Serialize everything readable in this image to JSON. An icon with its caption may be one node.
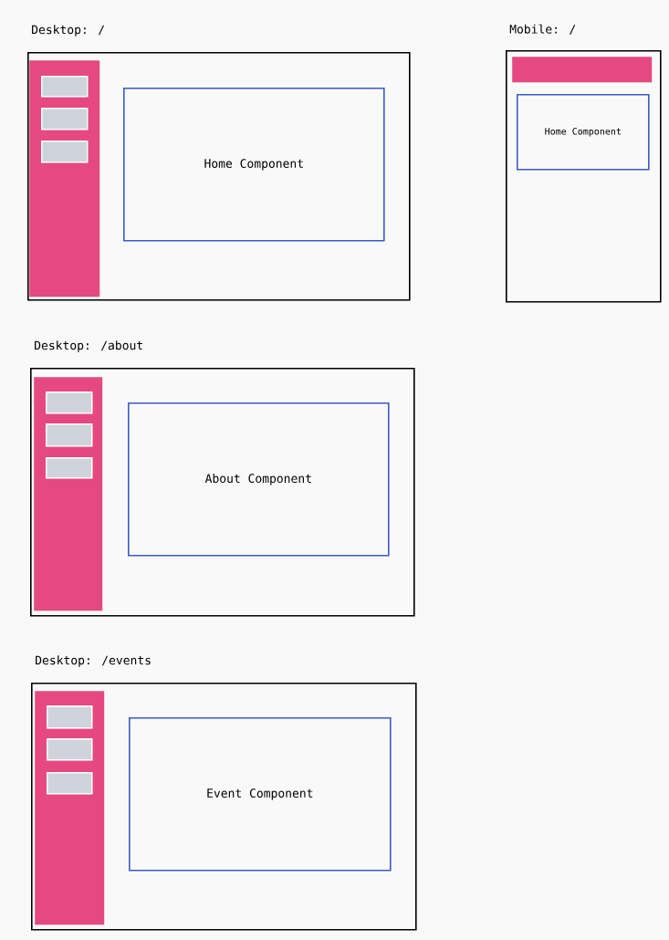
{
  "diagram": {
    "nodes": [
      {
        "text": [
          "Desktop: /"
        ]
      },
      {
        "text": [],
        "shape": "bar",
        "in": 0
      },
      {
        "text": [],
        "shape": "box",
        "in": 1
      },
      {
        "text": [],
        "shape": "box",
        "in": 1
      },
      {
        "text": [],
        "shape": "box",
        "in": 1
      },
      {
        "text": [
          "Home Component"
        ],
        "in": 0
      },
      {
        "text": [
          "Mobile: /"
        ]
      },
      {
        "text": [],
        "shape": "bar",
        "in": 6
      },
      {
        "text": [
          "Home Component"
        ],
        "in": 6
      },
      {
        "text": [
          "Desktop: /about"
        ]
      },
      {
        "text": [],
        "shape": "bar",
        "in": 9
      },
      {
        "text": [],
        "shape": "box",
        "in": 10
      },
      {
        "text": [],
        "shape": "box",
        "in": 10
      },
      {
        "text": [],
        "shape": "box",
        "in": 10
      },
      {
        "text": [
          "About Component"
        ],
        "in": 9
      },
      {
        "text": [
          "Desktop: /events"
        ]
      },
      {
        "text": [],
        "shape": "bar",
        "in": 15
      },
      {
        "text": [],
        "shape": "box",
        "in": 16
      },
      {
        "text": [],
        "shape": "box",
        "in": 16
      },
      {
        "text": [],
        "shape": "box",
        "in": 16
      },
      {
        "text": [
          "Event Component"
        ],
        "in": 15
      }
    ],
    "edges": []
  }
}
